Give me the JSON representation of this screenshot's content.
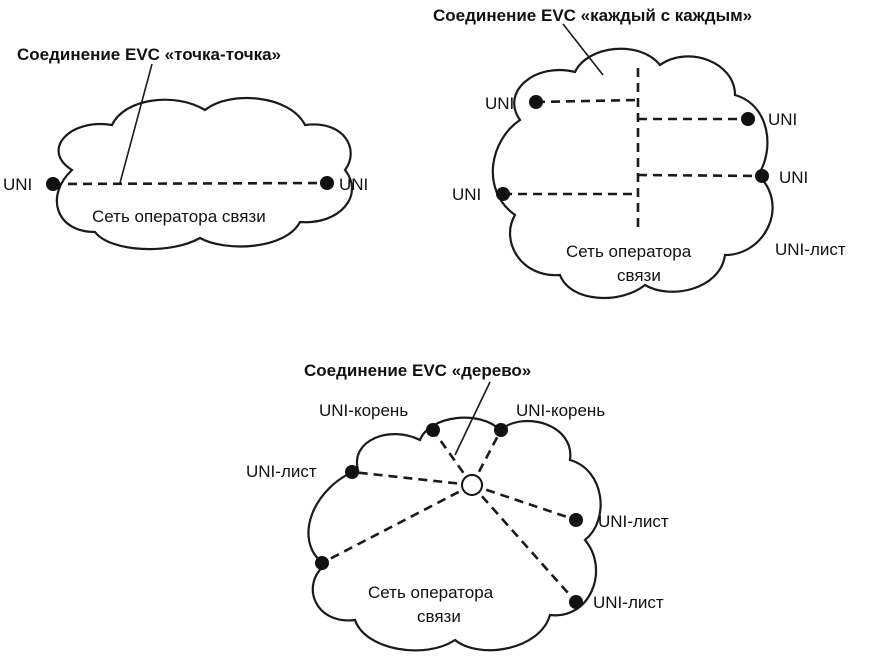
{
  "ptp": {
    "title": "Соединение EVC «точка-точка»",
    "uni_left": "UNI",
    "uni_right": "UNI",
    "network_label": "Сеть оператора связи"
  },
  "mesh": {
    "title": "Соединение EVC «каждый с каждым»",
    "uni_1": "UNI",
    "uni_2": "UNI",
    "uni_3": "UNI",
    "uni_4": "UNI",
    "network_label_line1": "Сеть оператора",
    "network_label_line2": "связи",
    "leaf_label": "UNI-лист"
  },
  "tree": {
    "title": "Соединение EVC «дерево»",
    "root_left": "UNI-корень",
    "root_right": "UNI-корень",
    "leaf_left": "UNI-лист",
    "leaf_right_1": "UNI-лист",
    "leaf_right_2": "UNI-лист",
    "network_label_line1": "Сеть оператора",
    "network_label_line2": "связи"
  }
}
